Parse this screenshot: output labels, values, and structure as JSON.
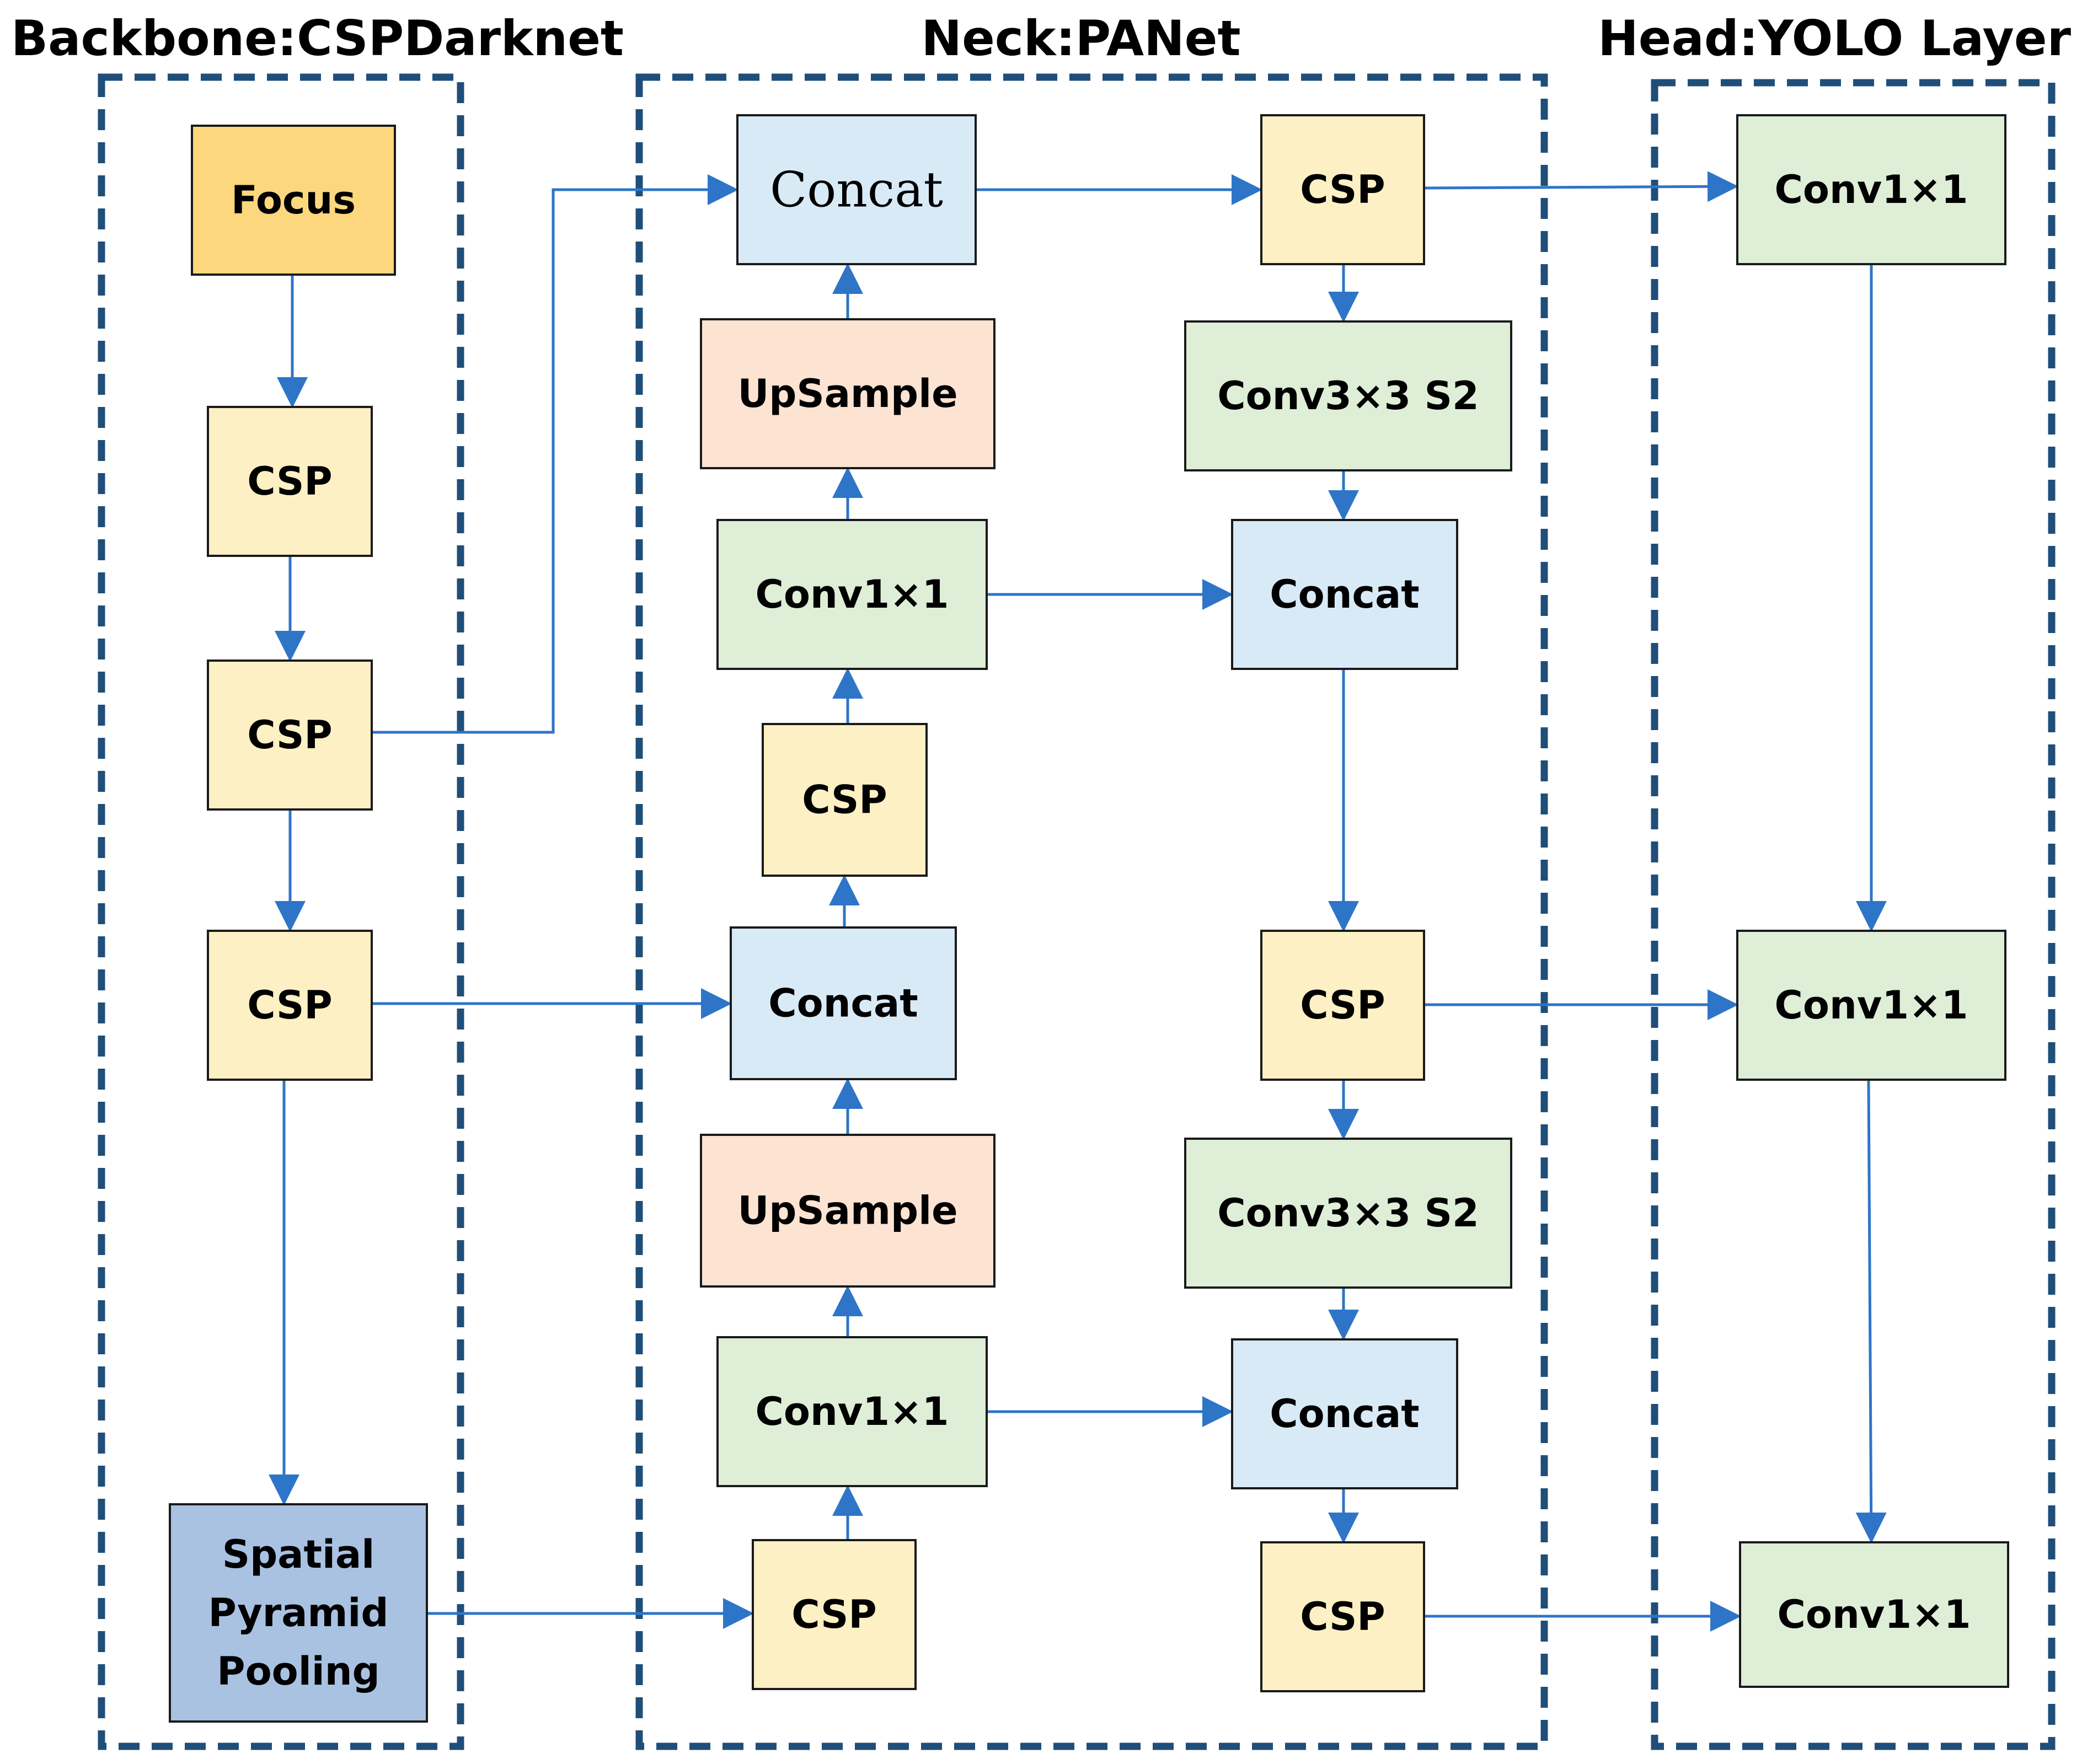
{
  "colors": {
    "focus": "#fdd77e",
    "csp": "#fdf0c4",
    "concat": "#d9eaf7",
    "upsample": "#fde3d2",
    "conv": "#dfeed7",
    "spp": "#a9c2e2",
    "frame": "#1f4e79",
    "arrow": "#2e75c8"
  },
  "sections": [
    {
      "id": "backbone",
      "title": "Backbone:CSPDarknet"
    },
    {
      "id": "neck",
      "title": "Neck:PANet"
    },
    {
      "id": "head",
      "title": "Head:YOLO Layer"
    }
  ],
  "nodes": [
    {
      "id": "focus",
      "lines": [
        "Focus"
      ],
      "kind": "focus"
    },
    {
      "id": "bb-csp1",
      "lines": [
        "CSP"
      ],
      "kind": "csp"
    },
    {
      "id": "bb-csp2",
      "lines": [
        "CSP"
      ],
      "kind": "csp"
    },
    {
      "id": "bb-csp3",
      "lines": [
        "CSP"
      ],
      "kind": "csp"
    },
    {
      "id": "spp",
      "lines": [
        "Spatial",
        "Pyramid",
        "Pooling"
      ],
      "kind": "spp"
    },
    {
      "id": "n-concat-top",
      "lines": [
        "Concat"
      ],
      "kind": "concat",
      "serif": true
    },
    {
      "id": "n-upsample-1",
      "lines": [
        "UpSample"
      ],
      "kind": "upsample"
    },
    {
      "id": "n-conv-1",
      "lines": [
        "Conv1×1"
      ],
      "kind": "conv"
    },
    {
      "id": "n-csp-mid",
      "lines": [
        "CSP"
      ],
      "kind": "csp"
    },
    {
      "id": "n-concat-mid",
      "lines": [
        "Concat"
      ],
      "kind": "concat"
    },
    {
      "id": "n-upsample-2",
      "lines": [
        "UpSample"
      ],
      "kind": "upsample"
    },
    {
      "id": "n-conv-2",
      "lines": [
        "Conv1×1"
      ],
      "kind": "conv"
    },
    {
      "id": "n-csp-bottom",
      "lines": [
        "CSP"
      ],
      "kind": "csp"
    },
    {
      "id": "p-csp-top",
      "lines": [
        "CSP"
      ],
      "kind": "csp"
    },
    {
      "id": "p-conv-s2-1",
      "lines": [
        "Conv3×3 S2"
      ],
      "kind": "conv"
    },
    {
      "id": "p-concat-1",
      "lines": [
        "Concat"
      ],
      "kind": "concat"
    },
    {
      "id": "p-csp-mid",
      "lines": [
        "CSP"
      ],
      "kind": "csp"
    },
    {
      "id": "p-conv-s2-2",
      "lines": [
        "Conv3×3 S2"
      ],
      "kind": "conv"
    },
    {
      "id": "p-concat-2",
      "lines": [
        "Concat"
      ],
      "kind": "concat"
    },
    {
      "id": "p-csp-bottom",
      "lines": [
        "CSP"
      ],
      "kind": "csp"
    },
    {
      "id": "h-conv-1",
      "lines": [
        "Conv1×1"
      ],
      "kind": "conv"
    },
    {
      "id": "h-conv-2",
      "lines": [
        "Conv1×1"
      ],
      "kind": "conv"
    },
    {
      "id": "h-conv-3",
      "lines": [
        "Conv1×1"
      ],
      "kind": "conv"
    }
  ],
  "edges": [
    {
      "from": "focus",
      "to": "bb-csp1"
    },
    {
      "from": "bb-csp1",
      "to": "bb-csp2"
    },
    {
      "from": "bb-csp2",
      "to": "bb-csp3"
    },
    {
      "from": "bb-csp3",
      "to": "spp"
    },
    {
      "from": "bb-csp2",
      "to": "n-concat-top"
    },
    {
      "from": "bb-csp3",
      "to": "n-concat-mid"
    },
    {
      "from": "spp",
      "to": "n-csp-bottom"
    },
    {
      "from": "n-csp-bottom",
      "to": "n-conv-2"
    },
    {
      "from": "n-conv-2",
      "to": "n-upsample-2"
    },
    {
      "from": "n-upsample-2",
      "to": "n-concat-mid"
    },
    {
      "from": "n-concat-mid",
      "to": "n-csp-mid"
    },
    {
      "from": "n-csp-mid",
      "to": "n-conv-1"
    },
    {
      "from": "n-conv-1",
      "to": "n-upsample-1"
    },
    {
      "from": "n-upsample-1",
      "to": "n-concat-top"
    },
    {
      "from": "n-concat-top",
      "to": "p-csp-top"
    },
    {
      "from": "p-csp-top",
      "to": "p-conv-s2-1"
    },
    {
      "from": "p-conv-s2-1",
      "to": "p-concat-1"
    },
    {
      "from": "n-conv-1",
      "to": "p-concat-1"
    },
    {
      "from": "p-concat-1",
      "to": "p-csp-mid"
    },
    {
      "from": "p-csp-mid",
      "to": "p-conv-s2-2"
    },
    {
      "from": "p-conv-s2-2",
      "to": "p-concat-2"
    },
    {
      "from": "n-conv-2",
      "to": "p-concat-2"
    },
    {
      "from": "p-concat-2",
      "to": "p-csp-bottom"
    },
    {
      "from": "p-csp-top",
      "to": "h-conv-1"
    },
    {
      "from": "p-csp-mid",
      "to": "h-conv-2"
    },
    {
      "from": "p-csp-bottom",
      "to": "h-conv-3"
    },
    {
      "from": "h-conv-1",
      "to": "h-conv-2"
    },
    {
      "from": "h-conv-2",
      "to": "h-conv-3"
    }
  ]
}
